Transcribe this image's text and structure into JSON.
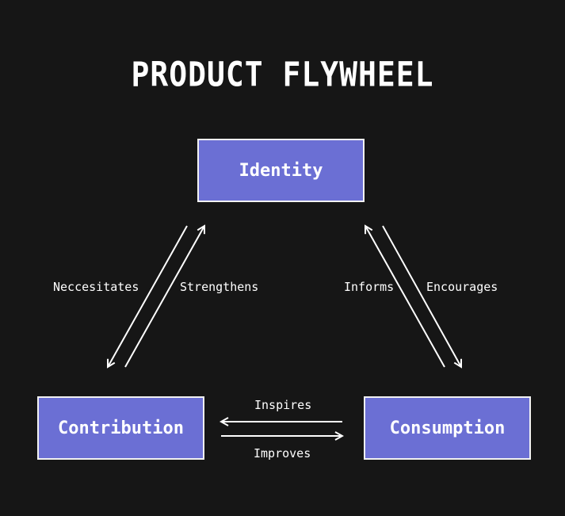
{
  "title": "PRODUCT FLYWHEEL",
  "nodes": {
    "identity": "Identity",
    "contribution": "Contribution",
    "consumption": "Consumption"
  },
  "edges": {
    "contribution_to_identity": "Strengthens",
    "identity_to_contribution": "Neccesitates",
    "consumption_to_identity": "Informs",
    "identity_to_consumption": "Encourages",
    "consumption_to_contribution": "Inspires",
    "contribution_to_consumption": "Improves"
  },
  "colors": {
    "background": "#161616",
    "node_fill": "#6b6fd4",
    "stroke": "#ffffff"
  }
}
